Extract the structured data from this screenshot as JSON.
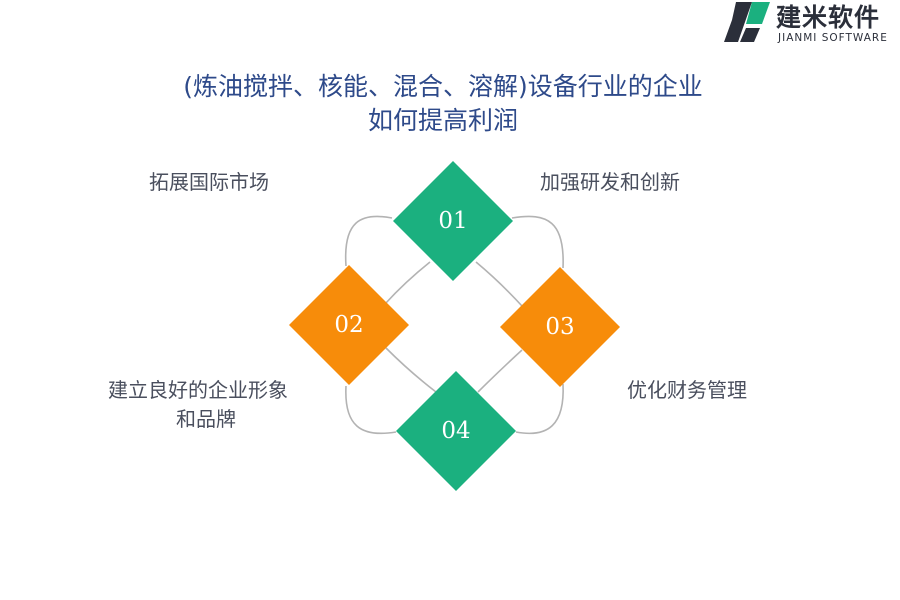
{
  "brand": {
    "name_cn": "建米软件",
    "name_en": "JIANMI SOFTWARE"
  },
  "title": {
    "line1": "(炼油搅拌、核能、混合、溶解)设备行业的企业",
    "line2": "如何提高利润"
  },
  "nodes": [
    {
      "number": "01",
      "label": "加强研发和创新",
      "color": "#1bb07f"
    },
    {
      "number": "02",
      "label": "拓展国际市场",
      "color": "#f78c0a"
    },
    {
      "number": "03",
      "label": "优化财务管理",
      "color": "#f78c0a"
    },
    {
      "number": "04",
      "label_line1": "建立良好的企业形象",
      "label_line2": "和品牌",
      "color": "#1bb07f"
    }
  ],
  "colors": {
    "green": "#1bb07f",
    "orange": "#f78c0a",
    "connector": "#b3b3b3",
    "title": "#2e4a8a"
  }
}
